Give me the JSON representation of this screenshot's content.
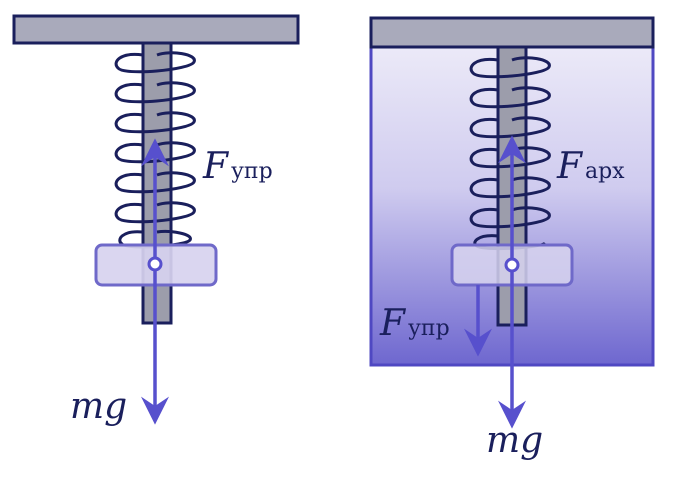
{
  "colors": {
    "navy": "#1a1f5c",
    "ceiling_fill": "#a9aabb",
    "rod_fill": "#9c9dab",
    "weight_fill": "#d7d3ef",
    "weight_stroke": "#6f69c9",
    "arrow": "#5750cd",
    "water_top": "#e9e8f7",
    "water_bottom": "#6e67cf",
    "tank_border": "#4f48c2"
  },
  "left_figure": {
    "force_up": {
      "symbol": "F",
      "subscript": "упр"
    },
    "force_down": "mg"
  },
  "right_figure": {
    "force_up": {
      "symbol": "F",
      "subscript": "арх"
    },
    "force_spring": {
      "symbol": "F",
      "subscript": "упр"
    },
    "force_down": "mg"
  },
  "icons": [
    "spring-icon",
    "ceiling-mount-icon",
    "water-tank-icon"
  ]
}
